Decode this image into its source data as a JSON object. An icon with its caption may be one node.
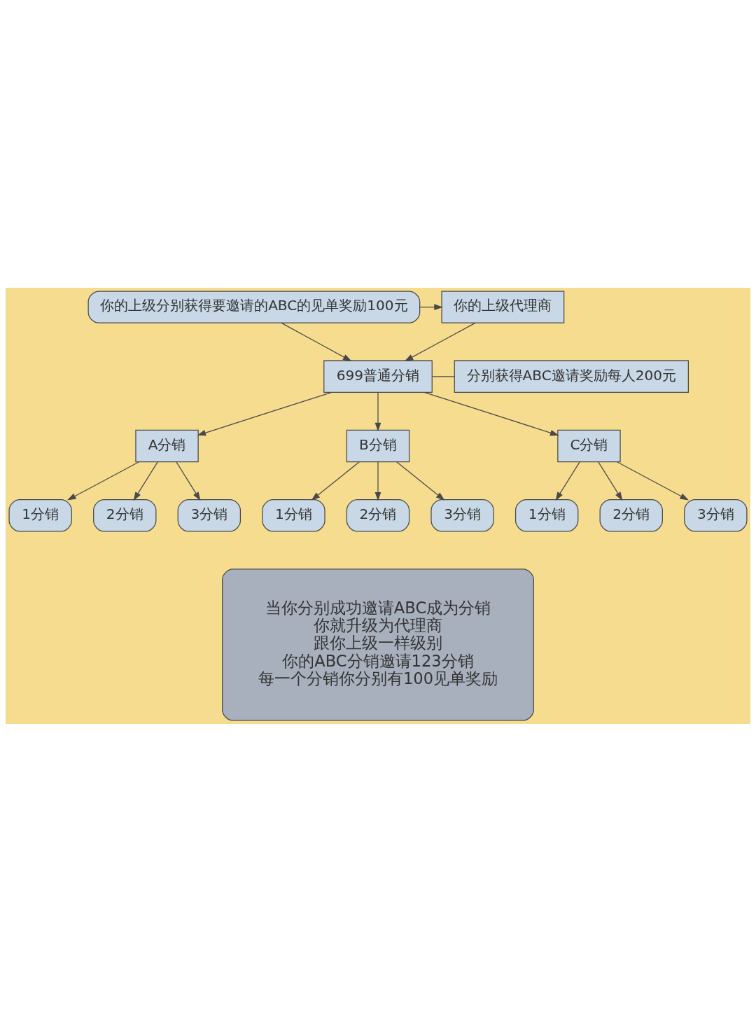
{
  "diagram": {
    "nodes": [
      {
        "text": [
          "你的上级分别获得要邀请的ABC的见单奖励100元"
        ]
      },
      {
        "text": [
          "你的上级代理商"
        ]
      },
      {
        "text": [
          "699普通分销"
        ]
      },
      {
        "text": [
          "分别获得ABC邀请奖励每人200元"
        ]
      },
      {
        "text": [
          "A分销"
        ]
      },
      {
        "text": [
          "1分销"
        ]
      },
      {
        "text": [
          "2分销"
        ]
      },
      {
        "text": [
          "3分销"
        ]
      },
      {
        "text": [
          "B分销"
        ]
      },
      {
        "text": [
          "1分销"
        ]
      },
      {
        "text": [
          "2分销"
        ]
      },
      {
        "text": [
          "3分销"
        ]
      },
      {
        "text": [
          "C分销"
        ]
      },
      {
        "text": [
          "1分销"
        ]
      },
      {
        "text": [
          "2分销"
        ]
      },
      {
        "text": [
          "3分销"
        ]
      },
      {
        "text": [
          "当你分别成功邀请ABC成为分销",
          "你就升级为代理商",
          "跟你上级一样级别",
          "你的ABC分销邀请123分销",
          "每一个分销你分别有100见单奖励"
        ]
      }
    ],
    "edges": [
      {
        "from": 0,
        "to": 1,
        "arrow": "to"
      },
      {
        "from": 0,
        "to": 2,
        "arrow": "to"
      },
      {
        "from": 1,
        "to": 2,
        "arrow": "to"
      },
      {
        "from": 2,
        "to": 3,
        "arrow": "none"
      },
      {
        "from": 2,
        "to": 4,
        "arrow": "to"
      },
      {
        "from": 2,
        "to": 8,
        "arrow": "to"
      },
      {
        "from": 2,
        "to": 12,
        "arrow": "to"
      },
      {
        "from": 4,
        "to": 5,
        "arrow": "to"
      },
      {
        "from": 4,
        "to": 6,
        "arrow": "to"
      },
      {
        "from": 4,
        "to": 7,
        "arrow": "to"
      },
      {
        "from": 8,
        "to": 9,
        "arrow": "to"
      },
      {
        "from": 8,
        "to": 10,
        "arrow": "to"
      },
      {
        "from": 8,
        "to": 11,
        "arrow": "to"
      },
      {
        "from": 12,
        "to": 13,
        "arrow": "to"
      },
      {
        "from": 12,
        "to": 14,
        "arrow": "to"
      },
      {
        "from": 12,
        "to": 15,
        "arrow": "to"
      }
    ]
  }
}
